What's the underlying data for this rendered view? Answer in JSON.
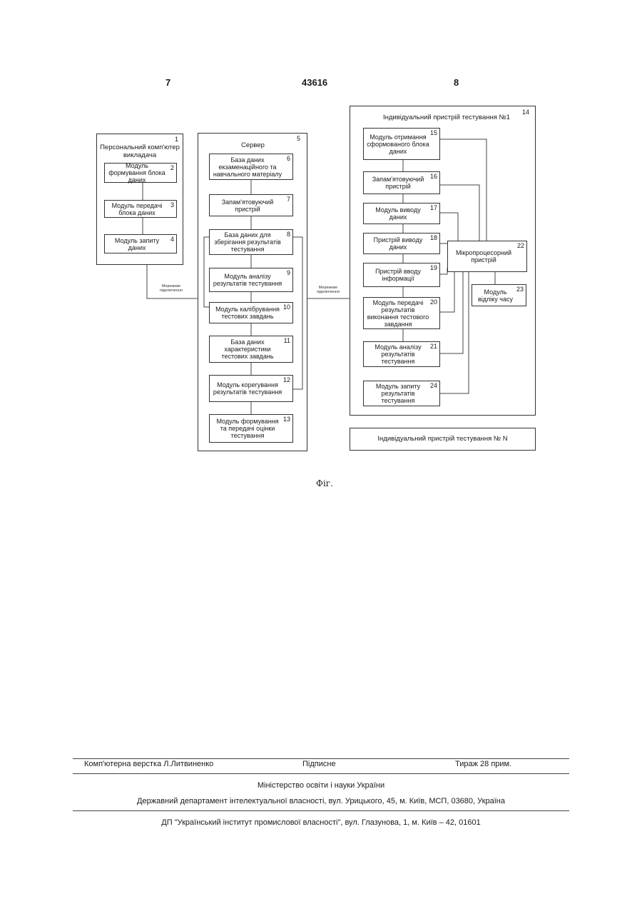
{
  "header": {
    "left_page": "7",
    "patent_number": "43616",
    "right_page": "8"
  },
  "diagram": {
    "pc_group": {
      "title": "Персональний комп'ютер викладача",
      "num": "1",
      "blocks": [
        {
          "label": "Модуль формування блока даних",
          "num": "2"
        },
        {
          "label": "Модуль передачі блока даних",
          "num": "3"
        },
        {
          "label": "Модуль запиту даних",
          "num": "4"
        }
      ]
    },
    "server_group": {
      "title": "Сервер",
      "num": "5",
      "blocks": [
        {
          "label": "База даних екзаменаційного та навчального матеріалу",
          "num": "6"
        },
        {
          "label": "Запам'ятовуючий пристрій",
          "num": "7"
        },
        {
          "label": "База даних для зберігання результатів тестування",
          "num": "8"
        },
        {
          "label": "Модуль аналізу результатів тестування",
          "num": "9"
        },
        {
          "label": "Модуль калібрування тестових завдань",
          "num": "10"
        },
        {
          "label": "База даних характеристики тестових завдань",
          "num": "11"
        },
        {
          "label": "Модуль корегування результатів тестування",
          "num": "12"
        },
        {
          "label": "Модуль формування та передачі оцінки тестування",
          "num": "13"
        }
      ]
    },
    "device_group": {
      "title": "Індивідуальний пристрій тестування №1",
      "num": "14",
      "blocks": [
        {
          "label": "Модуль отримання сформованого блока даних",
          "num": "15"
        },
        {
          "label": "Запам'ятовуючий пристрій",
          "num": "16"
        },
        {
          "label": "Модуль виводу даних",
          "num": "17"
        },
        {
          "label": "Пристрій виводу даних",
          "num": "18"
        },
        {
          "label": "Пристрій вводу інформації",
          "num": "19"
        },
        {
          "label": "Модуль передачі результатів виконання тестового завдання",
          "num": "20"
        },
        {
          "label": "Модуль аналізу результатів тестування",
          "num": "21"
        },
        {
          "label": "Мікропроцесорний пристрій",
          "num": "22"
        },
        {
          "label": "Модуль відліку часу",
          "num": "23"
        },
        {
          "label": "Модуль запиту результатів тестування",
          "num": "24"
        }
      ]
    },
    "device_n": "Індивідуальний пристрій тестування № N",
    "network_label_1": "Мережеве підключення",
    "network_label_2": "Мережеве підключення",
    "caption": "Фіг."
  },
  "footer": {
    "typesetting": "Комп'ютерна верстка Л.Литвиненко",
    "signed": "Підписне",
    "circulation": "Тираж 28 прим.",
    "ministry": "Міністерство освіти і науки України",
    "department": "Державний департамент інтелектуальної власності, вул. Урицького, 45, м. Київ, МСП, 03680, Україна",
    "institute": "ДП \"Український інститут промислової власності\", вул. Глазунова, 1, м. Київ – 42, 01601"
  }
}
